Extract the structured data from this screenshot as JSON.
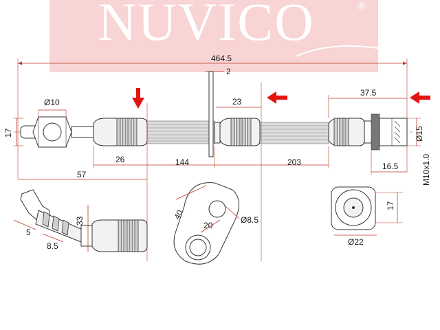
{
  "logo": {
    "text": "NUVICO",
    "registered_mark": "®",
    "band_color": "#f6c6c6",
    "text_color": "#ffffff"
  },
  "colors": {
    "dimension_line": "#c0392b",
    "arrow": "#e3140f",
    "outline": "#333333"
  },
  "dimensions": {
    "overall_length": "464.5",
    "bracket_thickness": "2",
    "left_fitting_hole": "Ø10",
    "left_fitting_height": "17",
    "left_crimp_length": "26",
    "hose_segment_1": "144",
    "hose_segment_2": "203",
    "bracket_to_crimp": "23",
    "right_fitting_length": "37.5",
    "right_fitting_diameter": "Ø15",
    "right_thread_length": "16.5",
    "right_thread": "M10x1.0",
    "left_end_length": "57",
    "bent_tube_height": "33",
    "bent_tube_5": "5",
    "bent_tube_8_5": "8.5",
    "bracket_length": "40",
    "bracket_hole_spacing": "20",
    "bracket_hole_diameter": "Ø8.5",
    "end_view_diameter": "Ø22",
    "end_view_height": "17"
  },
  "icons": [
    "red-arrow-down-icon",
    "red-arrow-left-icon"
  ]
}
